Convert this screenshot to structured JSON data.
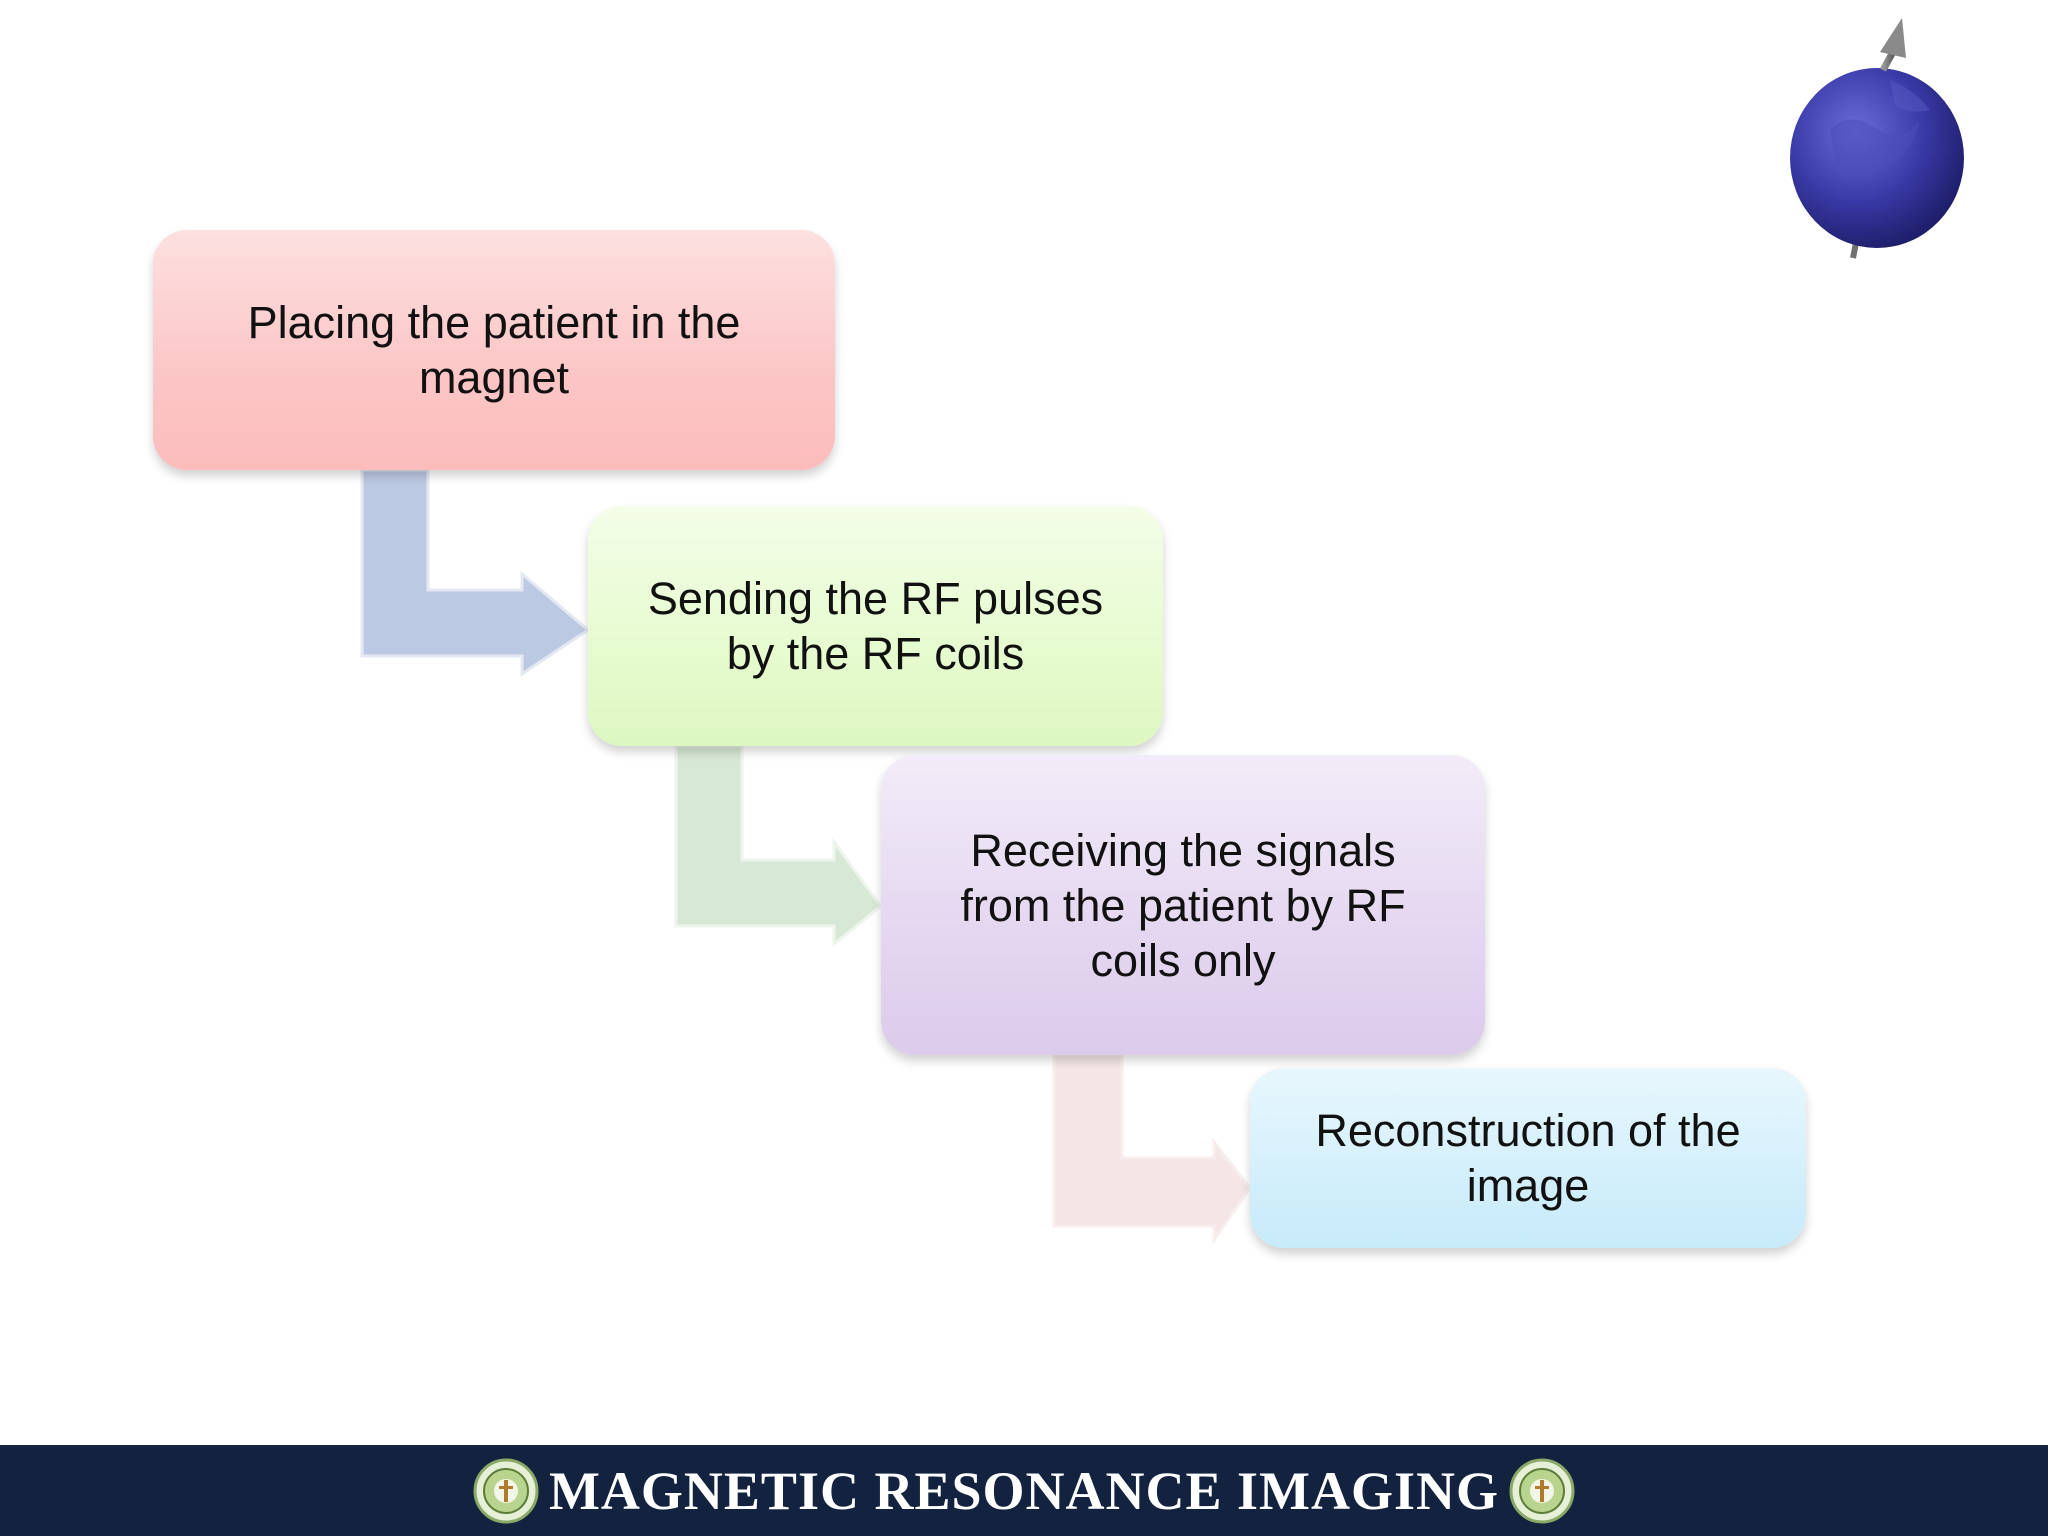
{
  "steps": [
    {
      "text": "Placing the patient in the magnet",
      "color": "#fcc6c6"
    },
    {
      "text": "Sending the RF pulses by the RF coils",
      "color": "#e6fbcf"
    },
    {
      "text": "Receiving the signals from the patient by RF coils only",
      "color": "#e4d6f0"
    },
    {
      "text": "Reconstruction of the image",
      "color": "#d3effb"
    }
  ],
  "connector_colors": [
    "#bcc9e2",
    "#d8e8d6",
    "#f4e6e6"
  ],
  "footer": {
    "title": "MAGNETIC RESONANCE IMAGING",
    "background": "#13223f"
  },
  "icons": {
    "top_right": "spinning-proton-globe-icon",
    "footer_left": "university-emblem-icon",
    "footer_right": "university-emblem-icon"
  }
}
